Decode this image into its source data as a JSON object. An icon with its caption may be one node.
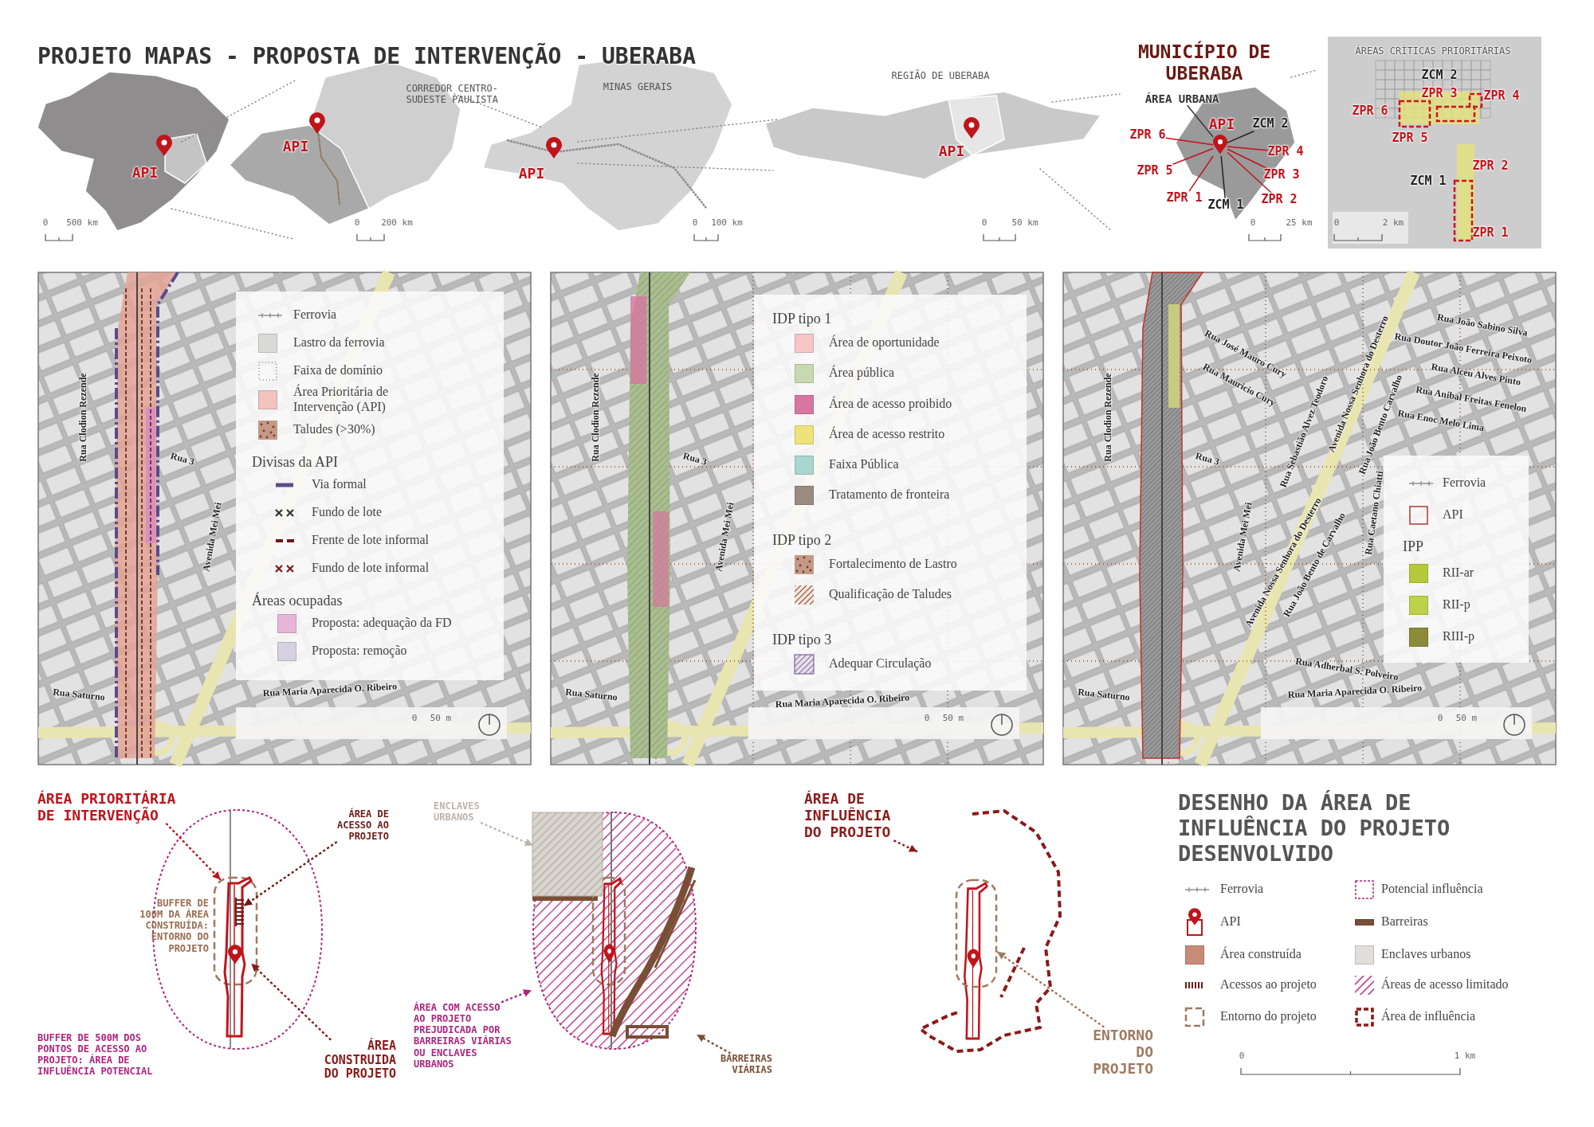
{
  "diagram": {
    "title": "PROJETO MAPAS - PROPOSTA DE INTERVENÇÃO - UBERABA",
    "nodes": [
      {
        "text": [
          "ÁREA URBANA"
        ]
      },
      {
        "text": [
          "ZPR 6"
        ]
      },
      {
        "text": [
          "ZPR 5"
        ]
      },
      {
        "text": [
          "ZPR 1"
        ]
      },
      {
        "text": [
          "ZCM 2"
        ]
      },
      {
        "text": [
          "ZPR 4"
        ]
      },
      {
        "text": [
          "ZPR 3"
        ]
      },
      {
        "text": [
          "ZPR 2"
        ]
      },
      {
        "text": [
          "ZCM 1"
        ]
      },
      {
        "text": [],
        "shape": "picture"
      },
      {
        "text": [
          "ÁREA PRIORITÁRIA DE INTERVENÇÃO"
        ]
      },
      {
        "text": [
          "ÁREA DE ACESSO AO PROJETO"
        ]
      },
      {
        "text": [
          "ÁREA CONSTRUIDA DO PROJETO"
        ]
      },
      {
        "text": [],
        "shape": "picture"
      },
      {
        "text": [],
        "shape": "picture",
        "in": 13
      },
      {
        "text": [
          "ENCLAVES URBANOS"
        ]
      },
      {
        "text": [
          "ÁREA COM ACESSO AO PROJETO PREJUDICADA POR BARREIRAS VIÁRIAS OU ENCLAVES URBANOS"
        ]
      },
      {
        "text": [
          "BARREIRAS VIÁRIAS"
        ]
      },
      {
        "text": [],
        "shape": "picture"
      },
      {
        "text": [],
        "shape": "box",
        "in": 18
      },
      {
        "text": [],
        "shape": "bar",
        "in": 18
      },
      {
        "text": [
          "ÁREA DE INFLUÊNCIA DO PROJETO"
        ]
      },
      {
        "text": [
          "ENTORNO DO PROJETO"
        ]
      },
      {
        "text": [],
        "shape": "picture"
      },
      {
        "text": [],
        "shape": "picture",
        "in": 23
      }
    ],
    "edges": [
      {
        "from": 0,
        "to": 9,
        "arrow": "none",
        "color": "#333333"
      },
      {
        "from": 1,
        "to": 9,
        "arrow": "none"
      },
      {
        "from": 2,
        "to": 9,
        "arrow": "none"
      },
      {
        "from": 3,
        "to": 9,
        "arrow": "none"
      },
      {
        "from": 4,
        "to": 9,
        "arrow": "none",
        "color": "#222222"
      },
      {
        "from": 5,
        "to": 9,
        "arrow": "none"
      },
      {
        "from": 6,
        "to": 9,
        "arrow": "none"
      },
      {
        "from": 7,
        "to": 9,
        "arrow": "none"
      },
      {
        "from": 8,
        "to": 9,
        "arrow": "none",
        "color": "#222222"
      },
      {
        "from": 10,
        "to": 13,
        "arrow": "to",
        "style": "dashed"
      },
      {
        "from": 11,
        "to": 14,
        "arrow": "to",
        "style": "dashed",
        "color": "#6b1a14"
      },
      {
        "from": 12,
        "to": 13,
        "arrow": "to",
        "style": "dashed",
        "color": "#8b1a1a"
      },
      {
        "from": 15,
        "to": 19,
        "arrow": "to",
        "style": "dashed",
        "color": "#bdb4ac"
      },
      {
        "from": 16,
        "to": 18,
        "arrow": "to",
        "style": "dashed",
        "color": "#b0237e"
      },
      {
        "from": 17,
        "to": 20,
        "arrow": "to",
        "style": "dashed",
        "color": "#7a4e36"
      },
      {
        "from": 21,
        "to": 23,
        "arrow": "to",
        "style": "dashed",
        "color": "#8b1a1a"
      },
      {
        "from": 22,
        "to": 24,
        "arrow": "to",
        "style": "dashed",
        "color": "#a07a60"
      }
    ],
    "labels": [
      "CORREDOR CENTRO-SUDESTE PAULISTA",
      "MINAS GERAIS",
      "REGIÃO DE UBERABA",
      "MUNICÍPIO DE UBERABA",
      "ÁREAS CRÍTICAS PRIORITÁRIAS",
      "API",
      "API",
      "API",
      "API",
      "API",
      "ZCM 2",
      "ZPR 3",
      "ZPR 4",
      "ZPR 6",
      "ZPR 5",
      "ZPR 2",
      "ZCM 1",
      "ZPR 1",
      "0",
      "500 km",
      "0",
      "200 km",
      "0",
      "100 km",
      "0",
      "50 km",
      "0",
      "25 km",
      "0",
      "2 km",
      "Divisas da API",
      "Áreas ocupadas",
      "Rua Clodion Rezende",
      "Rua 3",
      "Avenida Mei Mei",
      "Rua Saturno",
      "Rua Maria Aparecida O. Ribeiro",
      "0",
      "50 m",
      "IDP tipo 1",
      "IDP tipo 2",
      "IDP tipo 3",
      "Rua Clodion Rezende",
      "Rua 3",
      "Avenida Mei Mei",
      "Rua Saturno",
      "Rua Maria Aparecida O. Ribeiro",
      "0",
      "50 m",
      "IPP",
      "Rua João Sabino Silva",
      "Rua Doutor João Ferreira Peixoto",
      "Rua Alceu Alves Pinto",
      "Rua Anibal Freitas Fenelon",
      "Rua Enoc Melo Lima",
      "Rua José Mauro Cury",
      "Rua Mauricio Cury",
      "Rua Clodion Rezende",
      "Rua 3",
      "Rua Sebastião Alvez Teodoro",
      "Avenida Nossa Senhora do Desterro",
      "Rua João Bento Carvalho",
      "Avenida Mei Mei",
      "Avenida Nossa Senhora do Desterro",
      "Rua João Bento de Carvalho",
      "Rua Caetano Chiatti",
      "Rua Adherbal S. Polveiro",
      "Rua Saturno",
      "Rua Maria Aparecida O. Ribeiro",
      "0",
      "50 m",
      "BUFFER DE 100M DA ÁREA CONSTRUÍDA: ENTORNO DO PROJETO",
      "BUFFER DE 500M DOS PONTOS DE ACESSO AO PROJETO: ÁREA DE INFLUÊNCIA POTENCIAL",
      "DESENHO DA ÁREA DE INFLUÊNCIA DO PROJETO DESENVOLVIDO",
      "0",
      "1 km"
    ],
    "legend": [
      {
        "text": "Ferrovia"
      },
      {
        "text": "Lastro da ferrovia",
        "color": "#dcdad6"
      },
      {
        "text": "Faixa de domínio"
      },
      {
        "text": "Área Prioritária de Intervenção (API)",
        "color": "#f2c4bd"
      },
      {
        "text": "Taludes (>30%)"
      },
      {
        "text": "Via formal"
      },
      {
        "text": "Fundo de lote"
      },
      {
        "text": "Frente de lote informal"
      },
      {
        "text": "Fundo de lote informal"
      },
      {
        "text": "Proposta: adequação da FD",
        "color": "#e7b5d6"
      },
      {
        "text": "Proposta: remoção",
        "color": "#d6d0e0"
      },
      {
        "text": "Área de oportunidade",
        "color": "#f4c6c6"
      },
      {
        "text": "Área pública",
        "color": "#c8d9b0"
      },
      {
        "text": "Área de acesso proibido",
        "color": "#d776a0"
      },
      {
        "text": "Área de acesso restrito",
        "color": "#ede37a"
      },
      {
        "text": "Faixa Pública",
        "color": "#a9d6cf"
      },
      {
        "text": "Tratamento de fronteira",
        "color": "#9a8a80"
      },
      {
        "text": "Fortalecimento de Lastro"
      },
      {
        "text": "Qualificação de Taludes"
      },
      {
        "text": "Adequar Circulação"
      },
      {
        "text": "Ferrovia"
      },
      {
        "text": "API"
      },
      {
        "text": "RII-ar",
        "color": "#b5c93a"
      },
      {
        "text": "RII-p",
        "color": "#bdd14a"
      },
      {
        "text": "RIII-p",
        "color": "#8c8a3a"
      },
      {
        "text": "Ferrovia"
      },
      {
        "text": "API"
      },
      {
        "text": "Área construída",
        "color": "#c98b78"
      },
      {
        "text": "Acessos ao projeto"
      },
      {
        "text": "Entorno do projeto"
      },
      {
        "text": "Potencial influência"
      },
      {
        "text": "Barreiras",
        "color": "#7a4e36"
      },
      {
        "text": "Enclaves urbanos",
        "color": "#e2dfdb"
      },
      {
        "text": "Áreas de acesso limitado"
      },
      {
        "text": "Área de influência"
      }
    ]
  }
}
